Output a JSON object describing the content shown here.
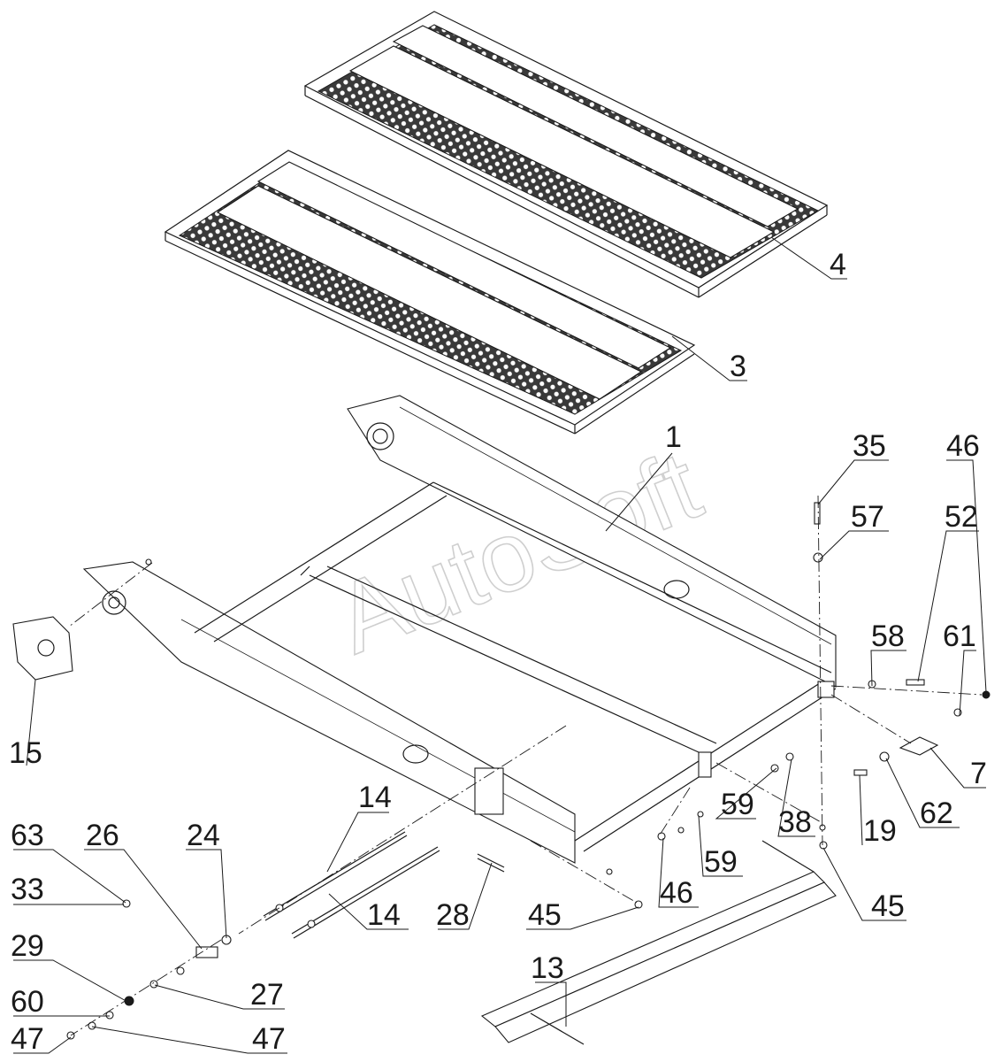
{
  "watermark": "AutoSoft",
  "callouts": [
    {
      "id": "c4",
      "text": "4"
    },
    {
      "id": "c3",
      "text": "3"
    },
    {
      "id": "c1",
      "text": "1"
    },
    {
      "id": "c35",
      "text": "35"
    },
    {
      "id": "c46a",
      "text": "46"
    },
    {
      "id": "c57",
      "text": "57"
    },
    {
      "id": "c52",
      "text": "52"
    },
    {
      "id": "c58",
      "text": "58"
    },
    {
      "id": "c61",
      "text": "61"
    },
    {
      "id": "c15",
      "text": "15"
    },
    {
      "id": "c7",
      "text": "7"
    },
    {
      "id": "c59a",
      "text": "59"
    },
    {
      "id": "c38",
      "text": "38"
    },
    {
      "id": "c19",
      "text": "19"
    },
    {
      "id": "c62",
      "text": "62"
    },
    {
      "id": "c14a",
      "text": "14"
    },
    {
      "id": "c59b",
      "text": "59"
    },
    {
      "id": "c63",
      "text": "63"
    },
    {
      "id": "c26",
      "text": "26"
    },
    {
      "id": "c24",
      "text": "24"
    },
    {
      "id": "c33",
      "text": "33"
    },
    {
      "id": "c46b",
      "text": "46"
    },
    {
      "id": "c45a",
      "text": "45"
    },
    {
      "id": "c28",
      "text": "28"
    },
    {
      "id": "c14b",
      "text": "14"
    },
    {
      "id": "c29",
      "text": "29"
    },
    {
      "id": "c45b",
      "text": "45"
    },
    {
      "id": "c27",
      "text": "27"
    },
    {
      "id": "c13",
      "text": "13"
    },
    {
      "id": "c60",
      "text": "60"
    },
    {
      "id": "c47a",
      "text": "47"
    },
    {
      "id": "c47b",
      "text": "47"
    }
  ]
}
